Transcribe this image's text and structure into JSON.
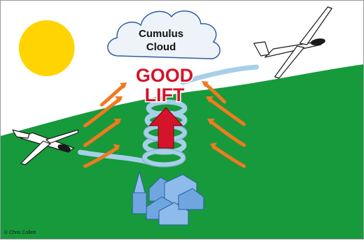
{
  "cloud": {
    "line1": "Cumulus",
    "line2": "Cloud"
  },
  "lift": {
    "line1": "GOOD",
    "line2": "LIFT"
  },
  "credit": "© Chris Collett",
  "colors": {
    "sky": "#ffffff",
    "ground": "#169a3c",
    "sun": "#ffd400",
    "cloud_fill": "#eef3fa",
    "cloud_stroke": "#2f5f9f",
    "thermal_arrows": "#f07a1e",
    "lift_text": "#d4142a",
    "lift_arrow": "#d4142a",
    "spiral": "#a8cfe8",
    "buildings": "#6fa6df",
    "glider_body": "#ffffff",
    "glider_outline": "#1a1a1a"
  },
  "icons": [
    "sun-icon",
    "cloud-icon",
    "glider-icon",
    "thermal-arrow-icon",
    "spiral-path-icon",
    "village-icon",
    "up-arrow-icon"
  ]
}
